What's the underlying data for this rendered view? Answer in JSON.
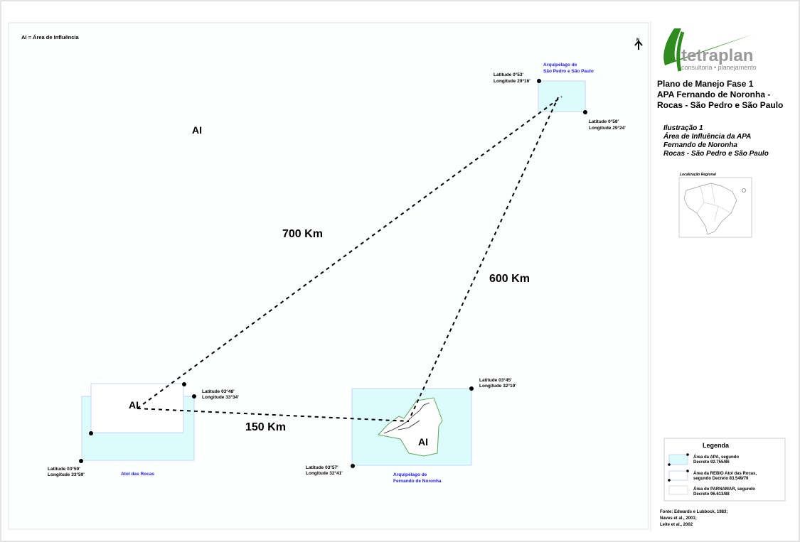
{
  "map": {
    "legend_note": "AI = Área de Influência",
    "north_label": "N",
    "ai_label": "AI",
    "distances": [
      "700 Km",
      "600 Km",
      "150 Km"
    ],
    "spsp": {
      "name_lines": [
        "Arquipélago de",
        "São Pedro e São Paulo"
      ],
      "nw_coord": [
        "Latitude 0°53'",
        "Longitude 29°16'"
      ],
      "se_coord": [
        "Latitude 0°58'",
        "Longitude 29°24'"
      ]
    },
    "rocas": {
      "name": "Atol das Rocas",
      "ne_coord": [
        "Latitude 03°48'",
        "Longitude 33°34'"
      ],
      "sw_coord": [
        "Latitude 03°59'",
        "Longitude 33°59'"
      ]
    },
    "noronha": {
      "name_lines": [
        "Arquipélago de",
        "Fernando de Noronha"
      ],
      "ne_coord": [
        "Latitude 03°45'",
        "Longitude 32°19'"
      ],
      "sw_coord": [
        "Latitude 03°57'",
        "Longitude 32°41'"
      ]
    },
    "colors": {
      "apa_fill": "#dcfcfc",
      "box_stroke": "#c8d4f4",
      "label_blue": "#1a1aff",
      "logo_green": "#2e8b1e"
    }
  },
  "panel": {
    "logo_name": "tetraplan",
    "logo_tagline": "consultoria • planejamento",
    "title_lines": [
      "Plano de Manejo Fase 1",
      "APA Fernando de Noronha -",
      "Rocas - São Pedro e São Paulo"
    ],
    "subtitle_lines": [
      "Ilustração 1",
      "Área de Influência da APA",
      "Fernando de Noronha",
      "Rocas - São Pedro e São Paulo"
    ],
    "regional_label": "Localização Regional",
    "legend": {
      "title": "Legenda",
      "items": [
        [
          "Área da APA, segundo",
          "Decreto 92.755/86"
        ],
        [
          "Área da REBIO Atol das Rocas,",
          "segundo Decreto 83.549/79"
        ],
        [
          "Área do PARNAMAR, segundo",
          "Decreto 96.613/88"
        ]
      ]
    },
    "sources": [
      "Fonte: Edwards e Lubbock, 1983;",
      "Naves et al., 2001;",
      "Leite et al., 2002"
    ]
  }
}
